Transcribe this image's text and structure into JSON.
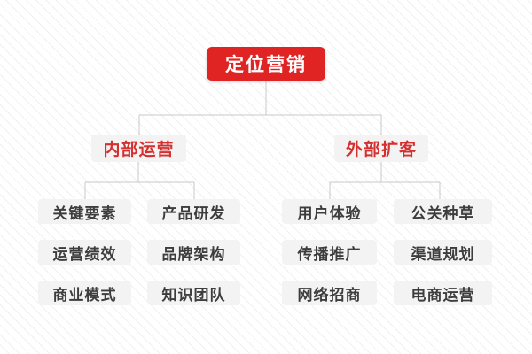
{
  "tree": {
    "root": {
      "label": "定位营销"
    },
    "branches": [
      {
        "label": "内部运营",
        "children": [
          "关键要素",
          "产品研发",
          "运营绩效",
          "品牌架构",
          "商业模式",
          "知识团队"
        ]
      },
      {
        "label": "外部扩客",
        "children": [
          "用户体验",
          "公关种草",
          "传播推广",
          "渠道规划",
          "网络招商",
          "电商运营"
        ]
      }
    ]
  },
  "colors": {
    "root_bg": "#e02424",
    "root_text": "#ffffff",
    "branch_text": "#d53030",
    "node_bg": "#f3f3f3",
    "leaf_text": "#3d3d3d",
    "connector": "#c8c8c8",
    "background_stripe": "#f0f0f0"
  }
}
